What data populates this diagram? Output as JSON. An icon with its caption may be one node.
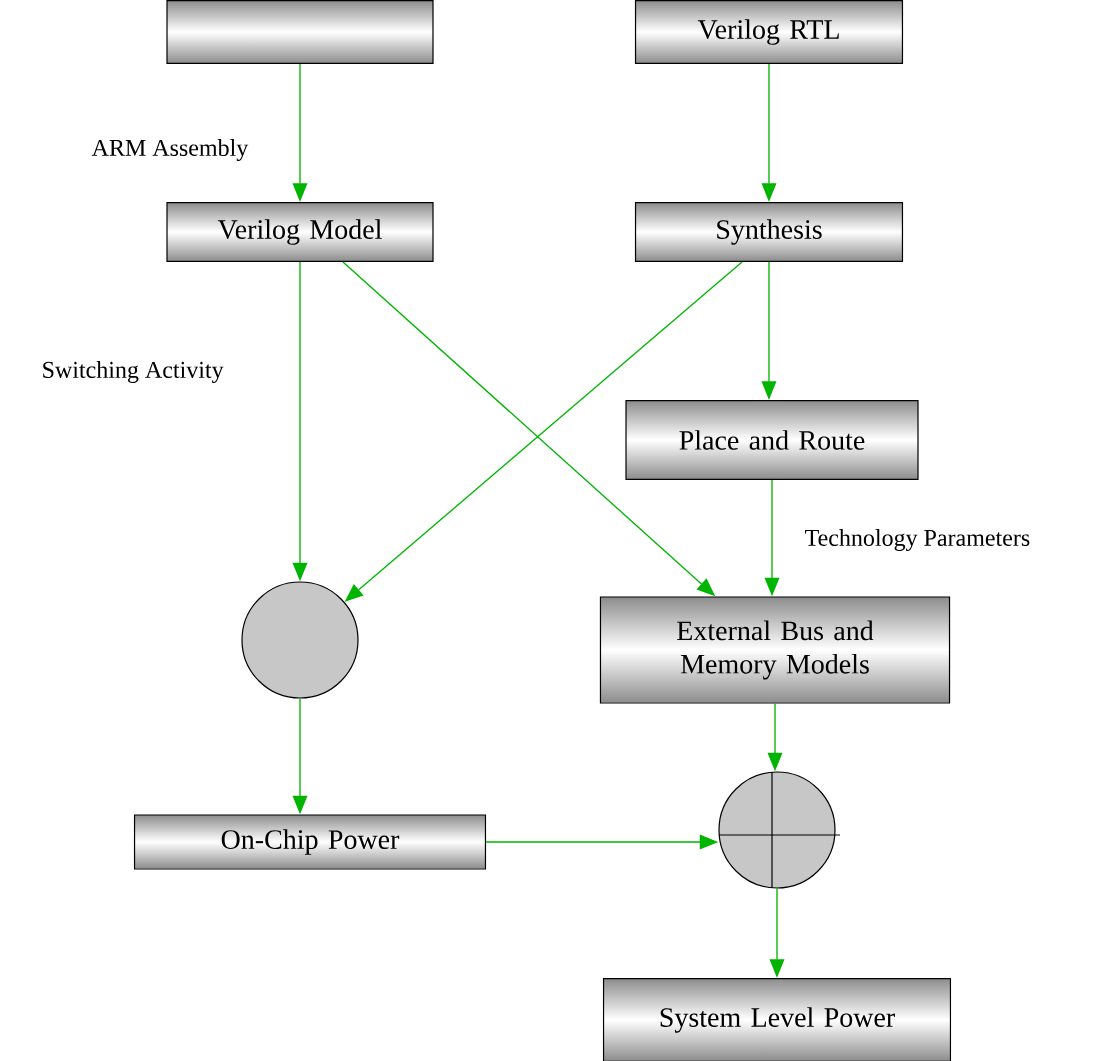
{
  "diagram": {
    "nodes": [
      {
        "text": [],
        "shape": "box"
      },
      {
        "text": [
          "Verilog RTL"
        ]
      },
      {
        "text": [
          "Verilog Model"
        ]
      },
      {
        "text": [
          "Synthesis"
        ]
      },
      {
        "text": [
          "Place and Route"
        ]
      },
      {
        "text": [],
        "shape": "circle"
      },
      {
        "text": [
          "External Bus and Memory Models"
        ]
      },
      {
        "text": [],
        "shape": "summing-junction"
      },
      {
        "text": [
          "On-Chip Power"
        ]
      },
      {
        "text": [
          "System Level Power"
        ]
      }
    ],
    "edges": [
      {
        "from": 0,
        "to": 2,
        "arrow": "to",
        "label": "ARM Assembly"
      },
      {
        "from": 1,
        "to": 3,
        "arrow": "to"
      },
      {
        "from": 2,
        "to": 5,
        "arrow": "to",
        "label": "Switching Activity"
      },
      {
        "from": 2,
        "to": 6,
        "arrow": "to"
      },
      {
        "from": 3,
        "to": 5,
        "arrow": "to"
      },
      {
        "from": 3,
        "to": 4,
        "arrow": "to"
      },
      {
        "from": 4,
        "to": 6,
        "arrow": "to",
        "label": "Technology Parameters"
      },
      {
        "from": 5,
        "to": 8,
        "arrow": "to"
      },
      {
        "from": 6,
        "to": 7,
        "arrow": "to"
      },
      {
        "from": 8,
        "to": 7,
        "arrow": "to"
      },
      {
        "from": 7,
        "to": 9,
        "arrow": "to"
      }
    ]
  }
}
